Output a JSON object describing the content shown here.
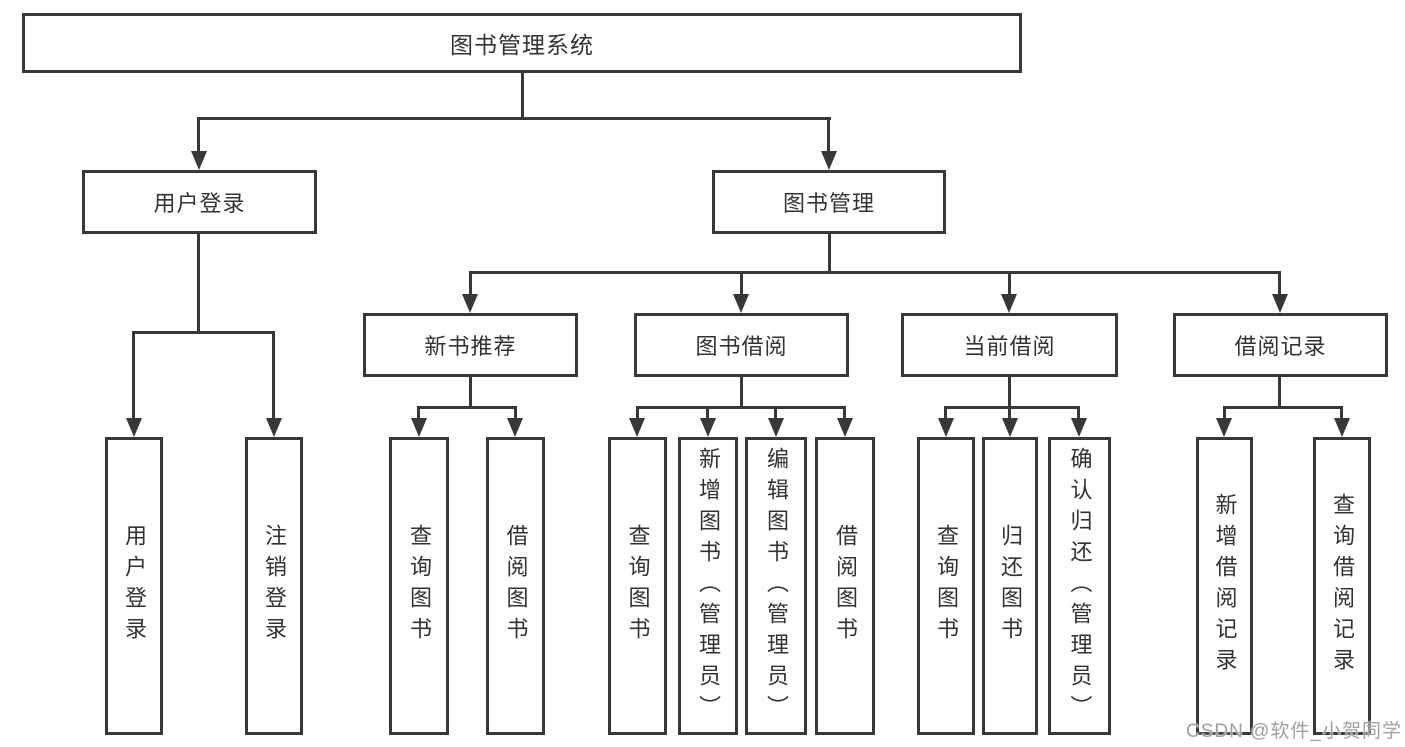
{
  "diagram": {
    "title": "图书管理系统",
    "type": "hierarchy-tree",
    "colors": {
      "line": "#383838",
      "box_border": "#383838",
      "box_background": "#ffffff",
      "text": "#333333",
      "watermark": "#969696"
    },
    "watermark": "CSDN @软件_小贺同学",
    "nodes": [
      {
        "id": "root",
        "label": "图书管理系统",
        "parent": null,
        "level": 1
      },
      {
        "id": "user-login",
        "label": "用户登录",
        "parent": "root",
        "level": 2
      },
      {
        "id": "book-mgmt",
        "label": "图书管理",
        "parent": "root",
        "level": 2
      },
      {
        "id": "new-book-rec",
        "label": "新书推荐",
        "parent": "book-mgmt",
        "level": 3
      },
      {
        "id": "book-borrow",
        "label": "图书借阅",
        "parent": "book-mgmt",
        "level": 3
      },
      {
        "id": "current-borrow",
        "label": "当前借阅",
        "parent": "book-mgmt",
        "level": 3
      },
      {
        "id": "borrow-records",
        "label": "借阅记录",
        "parent": "book-mgmt",
        "level": 3
      },
      {
        "id": "leaf-user-login",
        "label": "用户登录",
        "parent": "user-login",
        "level": 4
      },
      {
        "id": "leaf-logout",
        "label": "注销登录",
        "parent": "user-login",
        "level": 4
      },
      {
        "id": "leaf-query-books-rec",
        "label": "查询图书",
        "parent": "new-book-rec",
        "level": 4
      },
      {
        "id": "leaf-borrow-books-rec",
        "label": "借阅图书",
        "parent": "new-book-rec",
        "level": 4
      },
      {
        "id": "leaf-query-books-borrow",
        "label": "查询图书",
        "parent": "book-borrow",
        "level": 4
      },
      {
        "id": "leaf-add-books-admin",
        "label": "新增图书（管理员）",
        "parent": "book-borrow",
        "level": 4
      },
      {
        "id": "leaf-edit-books-admin",
        "label": "编辑图书（管理员）",
        "parent": "book-borrow",
        "level": 4
      },
      {
        "id": "leaf-borrow-books",
        "label": "借阅图书",
        "parent": "book-borrow",
        "level": 4
      },
      {
        "id": "leaf-query-books-current",
        "label": "查询图书",
        "parent": "current-borrow",
        "level": 4
      },
      {
        "id": "leaf-return-books",
        "label": "归还图书",
        "parent": "current-borrow",
        "level": 4
      },
      {
        "id": "leaf-confirm-return-admin",
        "label": "确认归还（管理员）",
        "parent": "current-borrow",
        "level": 4
      },
      {
        "id": "leaf-add-borrow-record",
        "label": "新增借阅记录",
        "parent": "borrow-records",
        "level": 4
      },
      {
        "id": "leaf-query-borrow-record",
        "label": "查询借阅记录",
        "parent": "borrow-records",
        "level": 4
      }
    ]
  }
}
